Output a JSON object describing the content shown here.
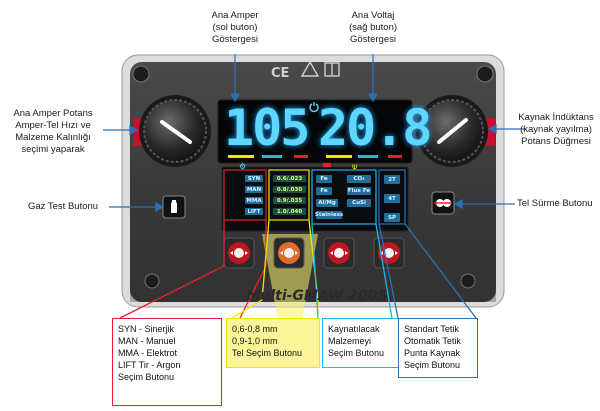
{
  "callouts": {
    "top_left": [
      "Ana Amper",
      "(sol buton)",
      "Göstergesi"
    ],
    "top_right": [
      "Ana Voltaj",
      "(sağ buton)",
      "Göstergesi"
    ],
    "left_top": [
      "Ana Amper Potans",
      "Amper-Tel Hızı ve",
      "Malzeme Kalınlığı",
      "seçimi yaparak"
    ],
    "left_gas": "Gaz Test Butonu",
    "right_top": [
      "Kaynak İndüktans",
      "(kaynak yayılma)",
      "Potans Düğmesi"
    ],
    "right_wire": "Tel Sürme Butonu"
  },
  "display": {
    "amp_value": "105",
    "volt_value": "20.8"
  },
  "mode_list": [
    "SYN",
    "MAN",
    "MMA",
    "LIFT"
  ],
  "wire_list": [
    "0.6/.023",
    "0.8/.030",
    "0.9/.035",
    "1.0/.040"
  ],
  "material_list": [
    "Fe",
    "CO₂",
    "Fe",
    "Flux Fe",
    "Al/Mg",
    "CuSi",
    "Stainless"
  ],
  "trigger_list": [
    "2T",
    "4T",
    "SP"
  ],
  "brand_name": "Multi-GMAW 200S",
  "bottom_labels": {
    "mode": [
      "SYN - Sinerjik",
      "MAN - Manuel",
      "MMA - Elektrot",
      "LIFT Tir - Argon",
      "Seçim Butonu"
    ],
    "wire": [
      "0,6-0,8 mm",
      "0,9-1,0 mm",
      "Tel Seçim Butonu"
    ],
    "material": [
      "Kaynatılacak",
      "Malzemeyi",
      "Seçim Butonu"
    ],
    "trigger": [
      "Standart Tetik",
      "Otomatik Tetik",
      "Punta Kaynak",
      "Seçim Butonu"
    ]
  },
  "colors": {
    "red": "#e8202a",
    "yellow": "#f2e600",
    "cyan": "#1ab7e8",
    "blue": "#2d6fb5",
    "arrow": "#2d6fb5"
  }
}
